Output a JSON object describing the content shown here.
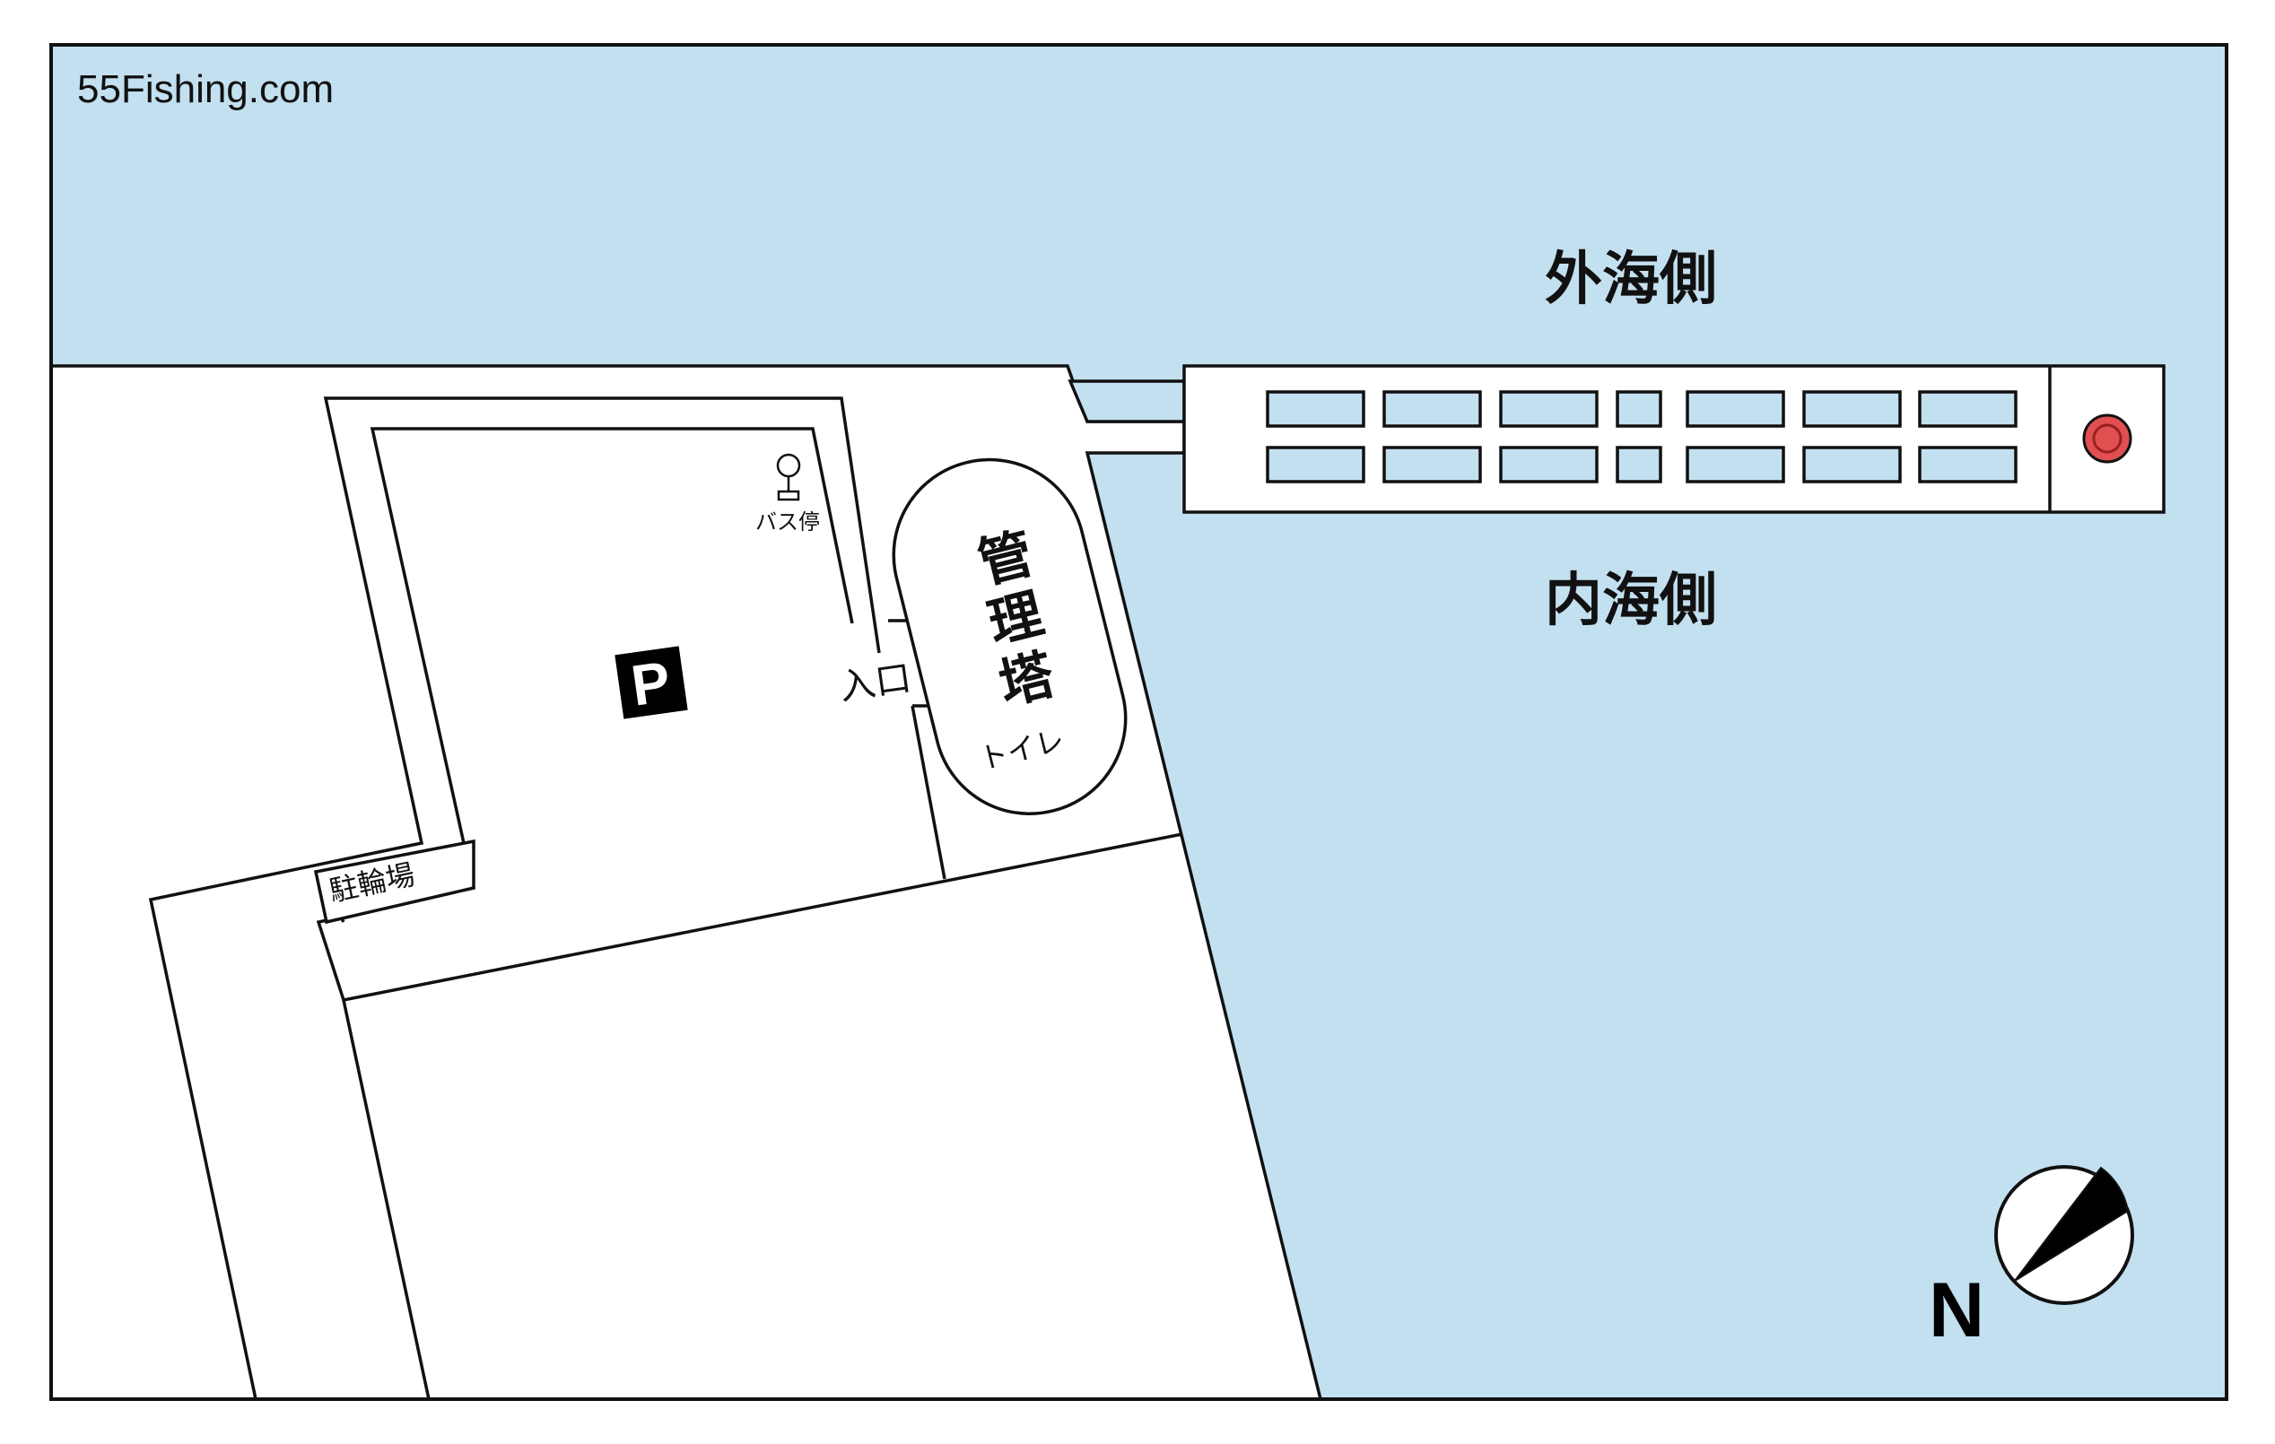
{
  "brand": {
    "site": "55Fishing.com"
  },
  "sea": {
    "outer_label": "外海側",
    "inner_label": "内海側"
  },
  "facilities": {
    "parking": "P",
    "bus_stop": "バス停",
    "entrance": "入口",
    "management_tower": [
      "管",
      "理",
      "塔"
    ],
    "toilet": "トイレ",
    "bicycle_parking": "駐輪場"
  },
  "compass": {
    "north_label": "N"
  },
  "colors": {
    "water": "#c3e0f0",
    "land": "#ffffff",
    "outline": "#111111",
    "lighthouse": "#e05050",
    "compass_fill": "#000000"
  },
  "icons": [
    "bus-stop-icon",
    "parking-icon",
    "lighthouse-marker-icon",
    "compass-icon"
  ]
}
